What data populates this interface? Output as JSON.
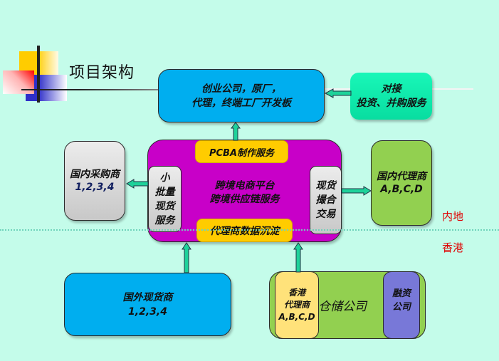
{
  "title": "项目架构",
  "colors": {
    "background": "#c4fcea",
    "blue_box": "#00aeef",
    "green_top_box": "#10e8a8",
    "magenta_platform": "#c800c8",
    "yellow_box": "#ffcc00",
    "gray_box": "#d0d0d0",
    "lime_box": "#92d050",
    "pale_yellow_box": "#ffe27a",
    "purple_box": "#7878d8",
    "arrow_fill": "#1ed29a",
    "region_label": "#e00000"
  },
  "nodes": {
    "startups": {
      "lines": [
        "创业公司，原厂，",
        "代理，终端工厂开发板"
      ]
    },
    "investment": {
      "lines": [
        "对接",
        "投资、并购服务"
      ]
    },
    "domestic_buyers": {
      "lines": [
        "国内采购商",
        "1,2,3,4"
      ]
    },
    "platform": {
      "lines": [
        "跨境电商平台",
        "跨境供应链服务"
      ],
      "pcba": "PCBA制作服务",
      "agent_data": "代理商数据沉淀",
      "small_batch": [
        "小",
        "批量",
        "现货",
        "服务"
      ],
      "spot_matching": [
        "现货",
        "撮合",
        "交易"
      ]
    },
    "domestic_agents": {
      "lines": [
        "国内代理商",
        "A,B,C,D"
      ]
    },
    "overseas_suppliers": {
      "lines": [
        "国外现货商",
        "1,2,3,4"
      ]
    },
    "warehouse": {
      "label": "仓储公司",
      "hk_agents": [
        "香港",
        "代理商",
        "A,B,C,D"
      ],
      "finance": [
        "融资",
        "公司"
      ]
    }
  },
  "regions": {
    "mainland": "内地",
    "hongkong": "香港"
  }
}
